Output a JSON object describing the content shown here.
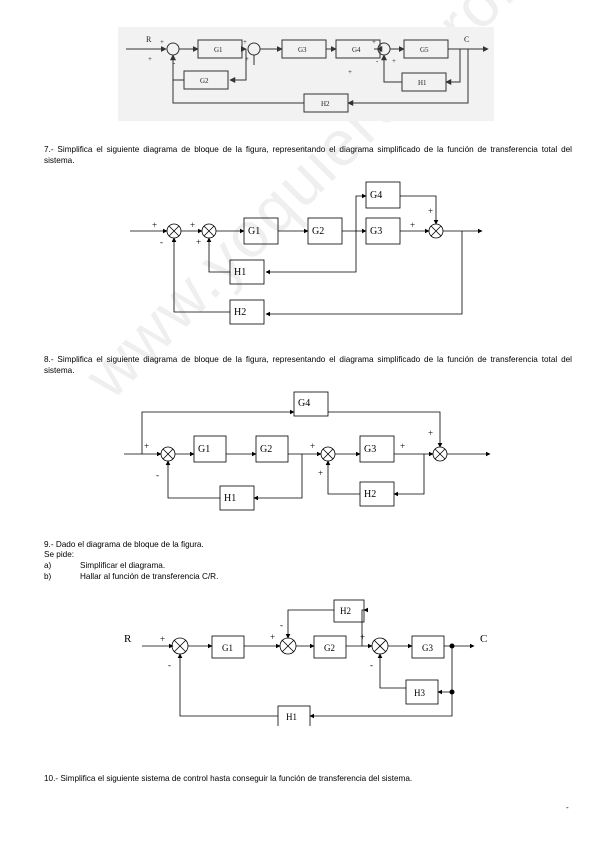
{
  "watermark": "www.yoquieroaprobar.es",
  "diagram6": {
    "R": "R",
    "C": "C",
    "G1": "G1",
    "G2": "G2",
    "G3": "G3",
    "G4": "G4",
    "G5": "G5",
    "H1": "H1",
    "H2": "H2",
    "signs": [
      "+",
      "+",
      "-",
      "+",
      "+",
      "+",
      "+",
      "-",
      "+"
    ]
  },
  "q7": {
    "text": "7.- Simplifica el siguiente diagrama de bloque de la figura, representando el diagrama simplificado de la función de transferencia total del sistema.",
    "blocks": {
      "G1": "G1",
      "G2": "G2",
      "G3": "G3",
      "G4": "G4",
      "H1": "H1",
      "H2": "H2"
    },
    "signs": [
      "+",
      "-",
      "+",
      "+",
      "+",
      "+"
    ]
  },
  "q8": {
    "text": "8.- Simplifica el siguiente diagrama de bloque de la figura, representando el diagrama simplificado de la función de transferencia total del sistema.",
    "blocks": {
      "G1": "G1",
      "G2": "G2",
      "G3": "G3",
      "G4": "G4",
      "H1": "H1",
      "H2": "H2"
    },
    "signs": [
      "+",
      "-",
      "+",
      "+",
      "+",
      "+"
    ]
  },
  "q9": {
    "intro": "9.- Dado el diagrama de bloque de la figura.",
    "se_pide": "Se pide:",
    "items": [
      {
        "marker": "a)",
        "text": "Simplificar el diagrama."
      },
      {
        "marker": "b)",
        "text": "Hallar al función de transferencia C/R."
      }
    ],
    "R": "R",
    "C": "C",
    "blocks": {
      "G1": "G1",
      "G2": "G2",
      "G3": "G3",
      "H1": "H1",
      "H2": "H2",
      "H3": "H3"
    },
    "signs": [
      "+",
      "-",
      "+",
      "-",
      "+",
      "-"
    ]
  },
  "q10": {
    "text": "10.- Simplifica el siguiente sistema de control hasta conseguir la función de transferencia del sistema."
  },
  "footer_mark": "-"
}
